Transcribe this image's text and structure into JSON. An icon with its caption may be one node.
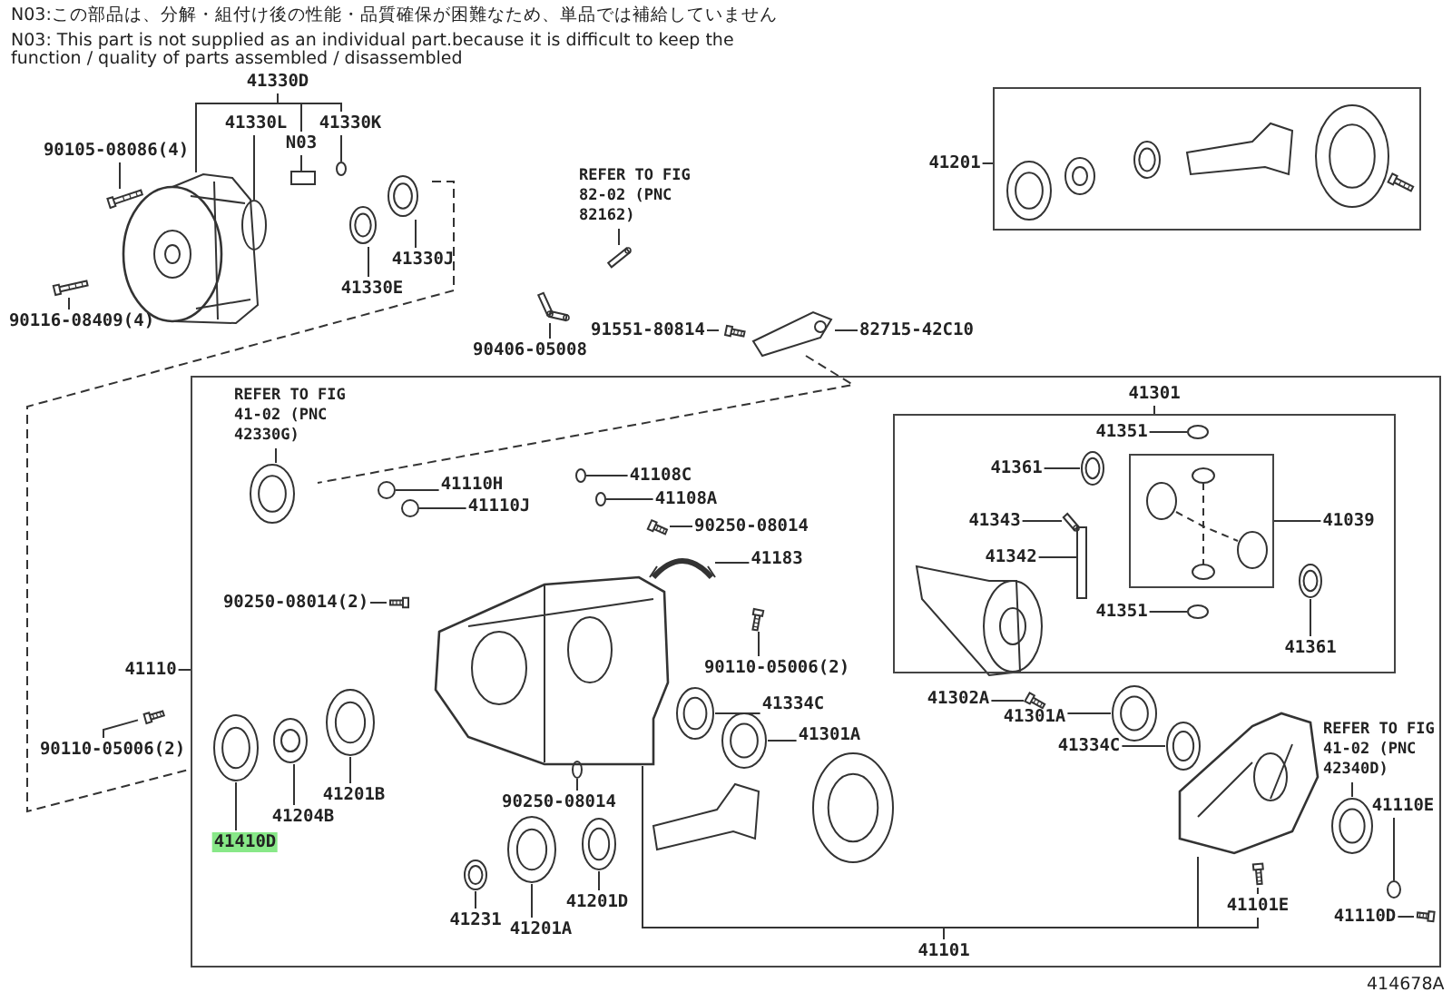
{
  "diagram": {
    "nodes": [
      {
        "text": [
          "41330D"
        ]
      },
      {
        "text": [
          "41330L"
        ]
      },
      {
        "text": [
          "N03"
        ]
      },
      {
        "text": [
          "41330K"
        ]
      },
      {
        "text": [
          "90105-08086(4)"
        ]
      },
      {
        "text": [
          "90116-08409(4)"
        ]
      },
      {
        "text": [
          "41330E"
        ]
      },
      {
        "text": [
          "41330J"
        ]
      },
      {
        "text": [
          "REFER TO FIG 82-02 (PNC 82162)"
        ]
      },
      {
        "text": [
          "90406-05008"
        ]
      },
      {
        "text": [
          "91551-80814"
        ]
      },
      {
        "text": [
          "82715-42C10"
        ]
      },
      {
        "text": [],
        "shape": "box"
      },
      {
        "text": [
          "41201"
        ]
      },
      {
        "text": [],
        "shape": "box"
      },
      {
        "text": [
          "41110"
        ]
      },
      {
        "text": [
          "90110-05006(2)"
        ]
      },
      {
        "text": [
          "REFER TO FIG 41-02 (PNC 42330G)"
        ],
        "in": 14
      },
      {
        "text": [
          "41110H"
        ],
        "in": 14
      },
      {
        "text": [
          "41110J"
        ],
        "in": 14
      },
      {
        "text": [
          "41108C"
        ],
        "in": 14
      },
      {
        "text": [
          "41108A"
        ],
        "in": 14
      },
      {
        "text": [
          "90250-08014"
        ],
        "in": 14
      },
      {
        "text": [
          "41183"
        ],
        "in": 14
      },
      {
        "text": [
          "90250-08014(2)"
        ],
        "in": 14
      },
      {
        "text": [
          "90110-05006(2)"
        ],
        "in": 14
      },
      {
        "text": [
          "41334C"
        ],
        "in": 14
      },
      {
        "text": [
          "41301A"
        ],
        "in": 14
      },
      {
        "text": [
          "90250-08014"
        ],
        "in": 14
      },
      {
        "text": [
          "41201B"
        ],
        "in": 14
      },
      {
        "text": [
          "41204B"
        ],
        "in": 14
      },
      {
        "text": [
          "41410D"
        ],
        "in": 14
      },
      {
        "text": [
          "41231"
        ],
        "in": 14
      },
      {
        "text": [
          "41201A"
        ],
        "in": 14
      },
      {
        "text": [
          "41201D"
        ],
        "in": 14
      },
      {
        "text": [
          "41301"
        ],
        "in": 14
      },
      {
        "text": [],
        "shape": "box",
        "in": 14
      },
      {
        "text": [
          "41351"
        ],
        "in": 36
      },
      {
        "text": [
          "41361"
        ],
        "in": 36
      },
      {
        "text": [
          "41343"
        ],
        "in": 36
      },
      {
        "text": [
          "41342"
        ],
        "in": 36
      },
      {
        "text": [],
        "shape": "box",
        "in": 36
      },
      {
        "text": [
          "41039"
        ],
        "in": 36
      },
      {
        "text": [
          "41351"
        ],
        "in": 36
      },
      {
        "text": [
          "41361"
        ],
        "in": 36
      },
      {
        "text": [
          "41302A"
        ],
        "in": 14
      },
      {
        "text": [
          "41301A"
        ],
        "in": 14
      },
      {
        "text": [
          "41334C"
        ],
        "in": 14
      },
      {
        "text": [
          "REFER TO FIG 41-02 (PNC 42340D)"
        ],
        "in": 14
      },
      {
        "text": [
          "41110E"
        ],
        "in": 14
      },
      {
        "text": [
          "41101E"
        ],
        "in": 14
      },
      {
        "text": [
          "41110D"
        ],
        "in": 14
      },
      {
        "text": [
          "41101"
        ],
        "in": 14
      },
      {
        "text": [],
        "shape": "picture"
      },
      {
        "text": [],
        "shape": "circle"
      },
      {
        "text": [],
        "shape": "box"
      },
      {
        "text": [],
        "shape": "circle"
      },
      {
        "text": [],
        "shape": "picture"
      },
      {
        "text": [],
        "shape": "picture"
      },
      {
        "text": [],
        "shape": "picture"
      },
      {
        "text": [],
        "shape": "picture"
      },
      {
        "text": [],
        "shape": "picture"
      },
      {
        "text": [],
        "shape": "picture"
      },
      {
        "text": [],
        "shape": "picture"
      },
      {
        "text": [],
        "shape": "picture"
      },
      {
        "text": [],
        "shape": "picture"
      },
      {
        "text": [],
        "shape": "picture",
        "in": 14
      },
      {
        "text": [],
        "shape": "circle",
        "in": 14
      },
      {
        "text": [],
        "shape": "circle",
        "in": 14
      },
      {
        "text": [],
        "shape": "circle",
        "in": 14
      },
      {
        "text": [],
        "shape": "circle",
        "in": 14
      },
      {
        "text": [],
        "shape": "picture",
        "in": 14
      },
      {
        "text": [],
        "shape": "picture",
        "in": 14
      },
      {
        "text": [],
        "shape": "picture",
        "in": 14
      },
      {
        "text": [],
        "shape": "picture",
        "in": 14
      },
      {
        "text": [],
        "shape": "picture",
        "in": 14
      },
      {
        "text": [],
        "shape": "picture",
        "in": 14
      },
      {
        "text": [],
        "shape": "circle",
        "in": 14
      },
      {
        "text": [],
        "shape": "picture",
        "in": 14
      },
      {
        "text": [],
        "shape": "picture",
        "in": 14
      },
      {
        "text": [],
        "shape": "picture",
        "in": 14
      },
      {
        "text": [],
        "shape": "picture",
        "in": 14
      },
      {
        "text": [],
        "shape": "picture",
        "in": 14
      },
      {
        "text": [],
        "shape": "picture",
        "in": 14
      },
      {
        "text": [],
        "shape": "circle",
        "in": 36
      },
      {
        "text": [],
        "shape": "picture",
        "in": 36
      },
      {
        "text": [],
        "shape": "picture",
        "in": 36
      },
      {
        "text": [],
        "shape": "box",
        "in": 36
      },
      {
        "text": [],
        "shape": "circle",
        "in": 36
      },
      {
        "text": [],
        "shape": "picture",
        "in": 36
      },
      {
        "text": [],
        "shape": "picture",
        "in": 14
      },
      {
        "text": [],
        "shape": "picture",
        "in": 14
      },
      {
        "text": [],
        "shape": "picture",
        "in": 14
      },
      {
        "text": [],
        "shape": "picture",
        "in": 14
      },
      {
        "text": [],
        "shape": "circle",
        "in": 14
      },
      {
        "text": [],
        "shape": "picture",
        "in": 14
      },
      {
        "text": [],
        "shape": "picture",
        "in": 14
      },
      {
        "text": [],
        "shape": "picture",
        "in": 14
      },
      {
        "text": [],
        "shape": "picture",
        "in": 14
      }
    ],
    "edges": [
      {
        "from": 0,
        "to": 53,
        "arrow": "none"
      },
      {
        "from": 0,
        "to": 2,
        "arrow": "none"
      },
      {
        "from": 0,
        "to": 3,
        "arrow": "none"
      },
      {
        "from": 1,
        "to": 54,
        "arrow": "none"
      },
      {
        "from": 2,
        "to": 55,
        "arrow": "none"
      },
      {
        "from": 3,
        "to": 56,
        "arrow": "none"
      },
      {
        "from": 4,
        "to": 57,
        "arrow": "none"
      },
      {
        "from": 5,
        "to": 58,
        "arrow": "none"
      },
      {
        "from": 6,
        "to": 59,
        "arrow": "none"
      },
      {
        "from": 7,
        "to": 60,
        "arrow": "none"
      },
      {
        "from": 8,
        "to": 61,
        "arrow": "none"
      },
      {
        "from": 9,
        "to": 62,
        "arrow": "none"
      },
      {
        "from": 10,
        "to": 63,
        "arrow": "none"
      },
      {
        "from": 11,
        "to": 64,
        "arrow": "none"
      },
      {
        "from": 13,
        "to": 12,
        "arrow": "none"
      },
      {
        "from": 15,
        "to": 14,
        "arrow": "none"
      },
      {
        "from": 16,
        "to": 65,
        "arrow": "none"
      },
      {
        "from": 17,
        "to": 66,
        "arrow": "none"
      },
      {
        "from": 18,
        "to": 67,
        "arrow": "none"
      },
      {
        "from": 19,
        "to": 68,
        "arrow": "none"
      },
      {
        "from": 20,
        "to": 69,
        "arrow": "none"
      },
      {
        "from": 21,
        "to": 70,
        "arrow": "none"
      },
      {
        "from": 22,
        "to": 71,
        "arrow": "none"
      },
      {
        "from": 23,
        "to": 72,
        "arrow": "none"
      },
      {
        "from": 24,
        "to": 73,
        "arrow": "none"
      },
      {
        "from": 25,
        "to": 74,
        "arrow": "none"
      },
      {
        "from": 26,
        "to": 75,
        "arrow": "none"
      },
      {
        "from": 27,
        "to": 76,
        "arrow": "none"
      },
      {
        "from": 28,
        "to": 77,
        "arrow": "none"
      },
      {
        "from": 29,
        "to": 78,
        "arrow": "none"
      },
      {
        "from": 30,
        "to": 79,
        "arrow": "none"
      },
      {
        "from": 31,
        "to": 80,
        "arrow": "none"
      },
      {
        "from": 32,
        "to": 81,
        "arrow": "none"
      },
      {
        "from": 33,
        "to": 82,
        "arrow": "none"
      },
      {
        "from": 34,
        "to": 83,
        "arrow": "none"
      },
      {
        "from": 35,
        "to": 36,
        "arrow": "none"
      },
      {
        "from": 37,
        "to": 84,
        "arrow": "none"
      },
      {
        "from": 38,
        "to": 85,
        "arrow": "none"
      },
      {
        "from": 39,
        "to": 86,
        "arrow": "none"
      },
      {
        "from": 40,
        "to": 87,
        "arrow": "none"
      },
      {
        "from": 42,
        "to": 41,
        "arrow": "none"
      },
      {
        "from": 43,
        "to": 88,
        "arrow": "none"
      },
      {
        "from": 44,
        "to": 89,
        "arrow": "none"
      },
      {
        "from": 45,
        "to": 90,
        "arrow": "none"
      },
      {
        "from": 46,
        "to": 91,
        "arrow": "none"
      },
      {
        "from": 47,
        "to": 92,
        "arrow": "none"
      },
      {
        "from": 48,
        "to": 93,
        "arrow": "none"
      },
      {
        "from": 49,
        "to": 94,
        "arrow": "none"
      },
      {
        "from": 50,
        "to": 95,
        "arrow": "none"
      },
      {
        "from": 51,
        "to": 96,
        "arrow": "none"
      },
      {
        "from": 52,
        "to": 97,
        "arrow": "none"
      },
      {
        "from": 52,
        "to": 98,
        "arrow": "none"
      },
      {
        "from": 52,
        "to": 50,
        "arrow": "none"
      }
    ],
    "labels": [
      "N03:この部品は、分解・組付け後の性能・品質確保が困難なため、単品では補給していません",
      "N03: This part is not supplied as an individual part.because it is difficult to keep the function / quality of parts assembled / disassembled",
      "414678A"
    ]
  }
}
